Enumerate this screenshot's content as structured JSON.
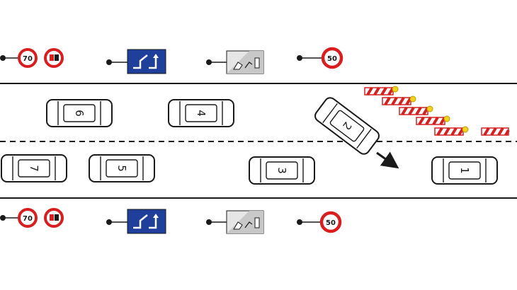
{
  "colors": {
    "line": "#1a1a1a",
    "sign_red": "#d81e1e",
    "sign_blue": "#1f3f9a",
    "sign_grey": "#c8c8c8",
    "barrier_red": "#d42020",
    "barrier_light": "#f2d21c"
  },
  "signs": {
    "speed_70": "70",
    "speed_50_top": "50",
    "speed_50_bottom": "50"
  },
  "cars": [
    {
      "label": "6"
    },
    {
      "label": "4"
    },
    {
      "label": "2"
    },
    {
      "label": "7"
    },
    {
      "label": "5"
    },
    {
      "label": "3"
    },
    {
      "label": "1"
    }
  ],
  "icons": {
    "lane_end": "lane-merge-sign-icon",
    "roadworks": "roadworks-sign-icon",
    "no_overtaking": "no-overtaking-sign-icon",
    "barrier": "warning-barrier-icon",
    "direction": "direction-arrow-icon"
  }
}
